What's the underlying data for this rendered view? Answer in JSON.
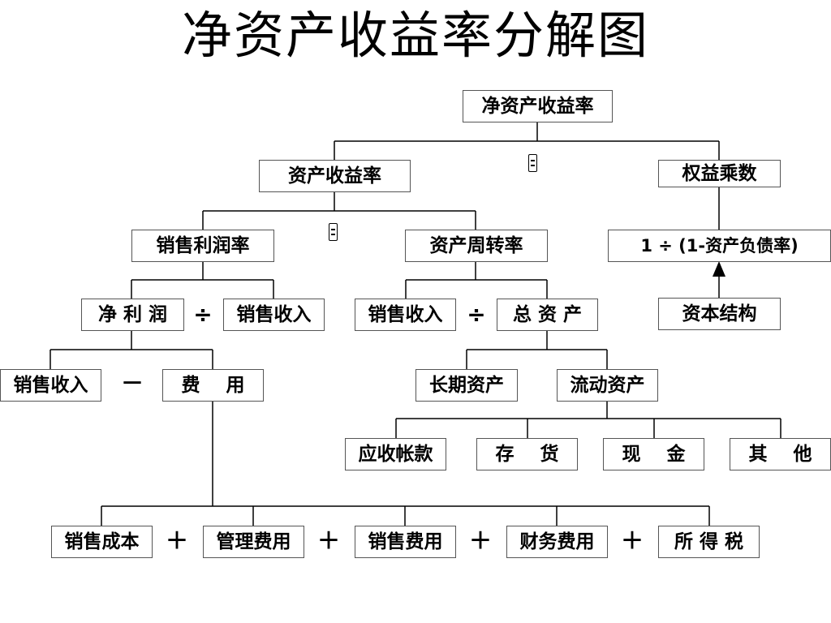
{
  "title": "净资产收益率分解图",
  "nodes": {
    "roe": "净资产收益率",
    "roa": "资产收益率",
    "equity_multiplier": "权益乘数",
    "net_margin": "销售利润率",
    "asset_turnover": "资产周转率",
    "em_formula": "1 ÷ (1-资产负债率)",
    "net_profit": "净 利 润",
    "sales_revenue_1": "销售收入",
    "sales_revenue_2": "销售收入",
    "total_assets": "总 资 产",
    "capital_structure": "资本结构",
    "sales_revenue_3": "销售收入",
    "expenses": "费    用",
    "long_term_assets": "长期资产",
    "current_assets": "流动资产",
    "receivables": "应收帐款",
    "inventory": "存    货",
    "cash": "现    金",
    "others": "其    他",
    "cost_of_sales": "销售成本",
    "admin_expenses": "管理费用",
    "selling_expenses": "销售费用",
    "financial_expenses": "财务费用",
    "income_tax": "所 得 税"
  },
  "operators": {
    "divide": "÷",
    "minus": "－",
    "plus": "＋"
  }
}
